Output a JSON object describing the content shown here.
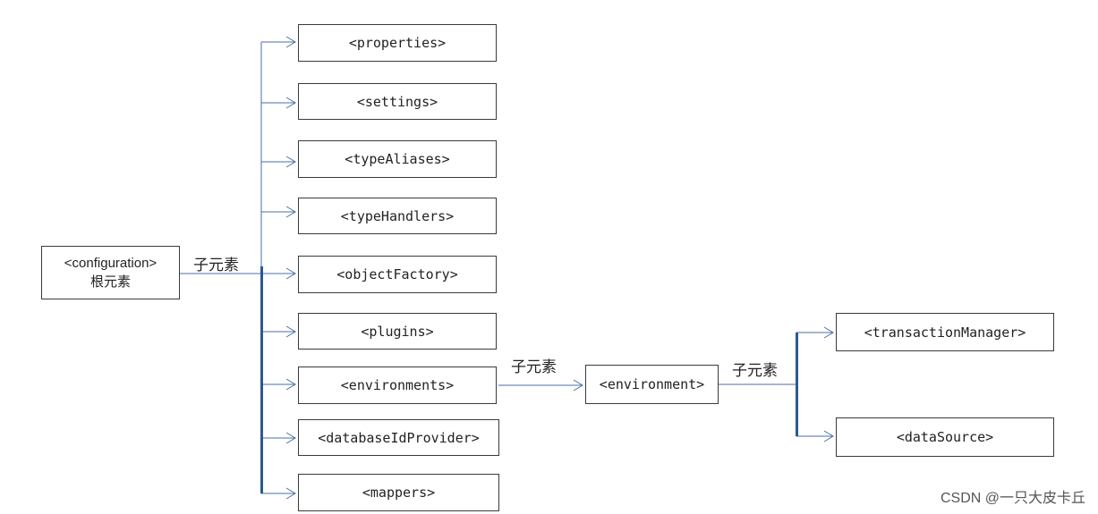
{
  "root": {
    "tag": "<configuration>",
    "subtitle": "根元素"
  },
  "edge_labels": {
    "root_to_children": "子元素",
    "environments_to_environment": "子元素",
    "environment_to_children": "子元素"
  },
  "config_children": [
    "<properties>",
    "<settings>",
    "<typeAliases>",
    "<typeHandlers>",
    "<objectFactory>",
    "<plugins>",
    "<environments>",
    "<databaseIdProvider>",
    "<mappers>"
  ],
  "environment": {
    "tag": "<environment>"
  },
  "environment_children": [
    "<transactionManager>",
    "<dataSource>"
  ],
  "watermark": "CSDN @一只大皮卡丘",
  "colors": {
    "connector": "#4a6fa5",
    "bar": "#2b5a8f",
    "box_border": "#3a3a3a"
  }
}
